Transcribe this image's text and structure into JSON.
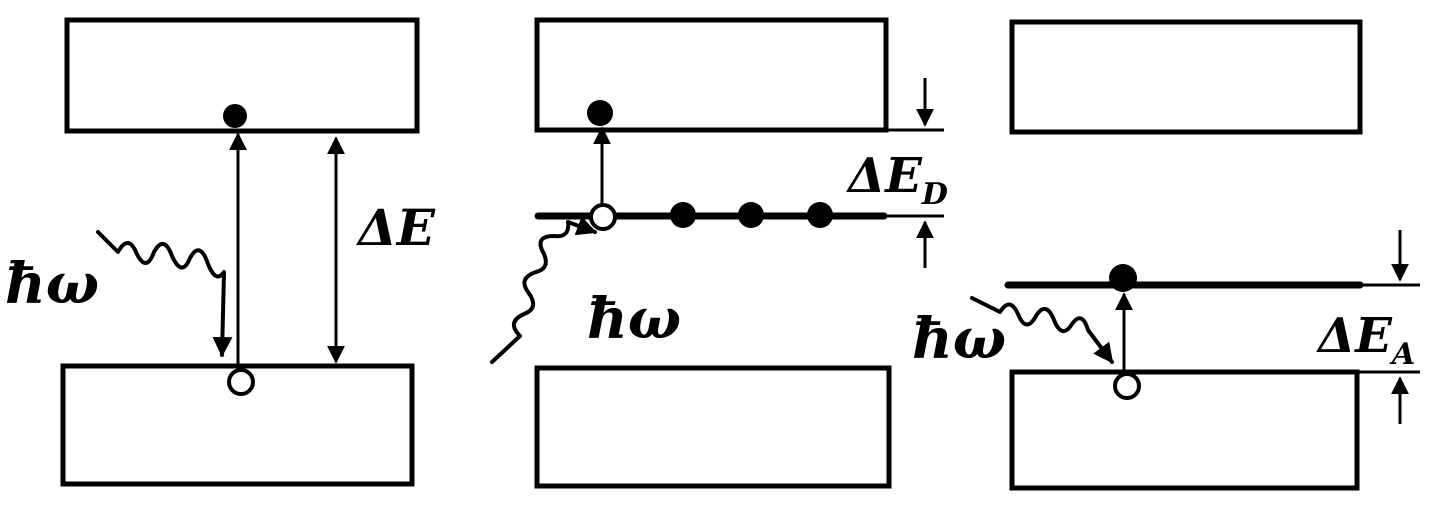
{
  "labels": {
    "photon": "ħω",
    "gap": "ΔE",
    "donor_main": "ΔE",
    "donor_sub": "D",
    "acceptor_main": "ΔE",
    "acceptor_sub": "A"
  },
  "colors": {
    "line": "#000000",
    "background": "#ffffff"
  }
}
